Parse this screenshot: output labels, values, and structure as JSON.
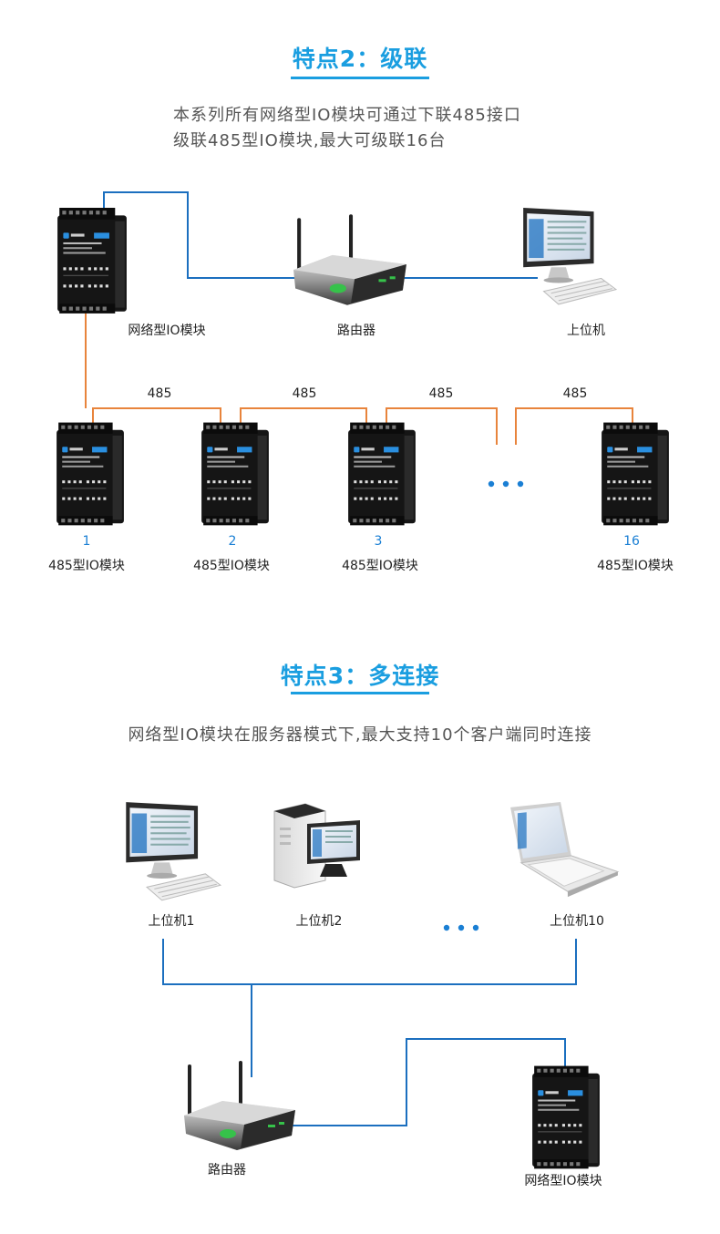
{
  "feature2": {
    "title": "特点2：级联",
    "desc_line1": "本系列所有网络型IO模块可通过下联485接口",
    "desc_line2": "级联485型IO模块,最大可级联16台",
    "net_module_label": "网络型IO模块",
    "router_label": "路由器",
    "host_label": "上位机",
    "bus_labels": [
      "485",
      "485",
      "485",
      "485"
    ],
    "modules": [
      {
        "num": "1",
        "label": "485型IO模块"
      },
      {
        "num": "2",
        "label": "485型IO模块"
      },
      {
        "num": "3",
        "label": "485型IO模块"
      },
      {
        "num": "16",
        "label": "485型IO模块"
      }
    ]
  },
  "feature3": {
    "title": "特点3：多连接",
    "desc": "网络型IO模块在服务器模式下,最大支持10个客户端同时连接",
    "host1_label": "上位机1",
    "host2_label": "上位机2",
    "host10_label": "上位机10",
    "router_label": "路由器",
    "net_module_label": "网络型IO模块"
  },
  "colors": {
    "accent": "#1a9ee0",
    "ethernet": "#1b6fbf",
    "rs485": "#e8843c"
  }
}
